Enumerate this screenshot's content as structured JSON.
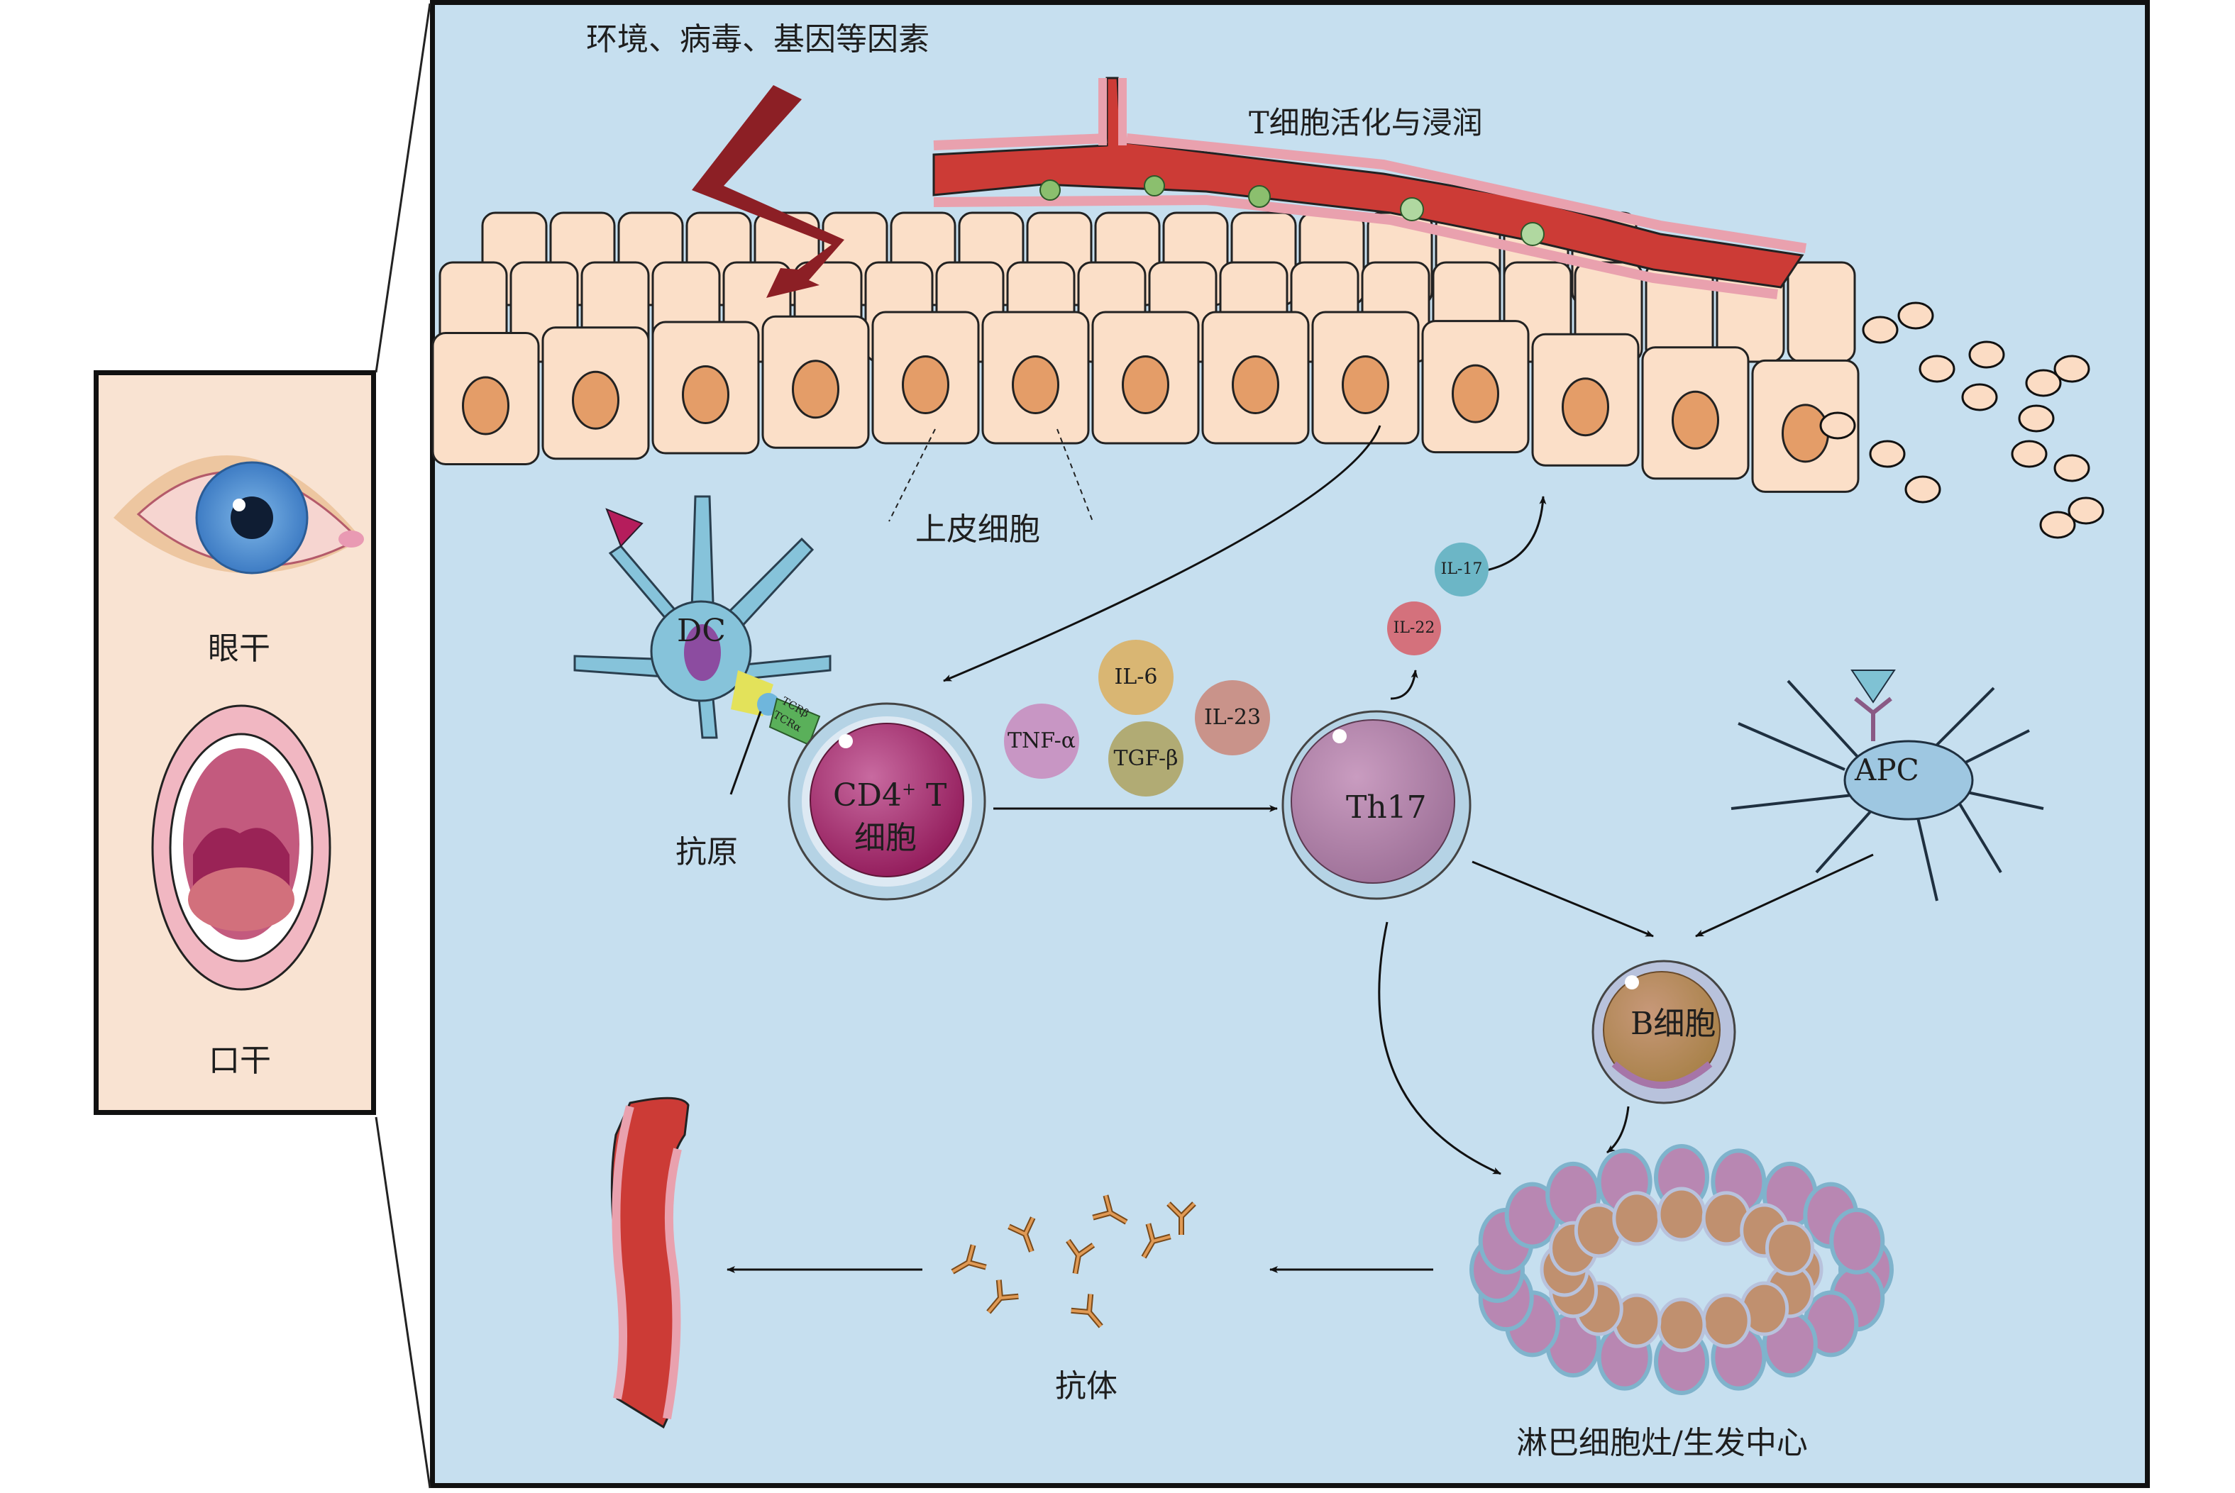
{
  "figure": {
    "title_trigger": "环境、病毒、基因等因素",
    "t_cell_activation": "T细胞活化与浸润",
    "epithelial_cells": "上皮细胞",
    "antigen": "抗原",
    "antibody": "抗体",
    "lymph_focus": "淋巴细胞灶/生发中心"
  },
  "inset": {
    "dry_eye": "眼干",
    "dry_mouth": "口干"
  },
  "cells": {
    "dc": "DC",
    "cd4_line1": "CD4",
    "cd4_sup": "+",
    "cd4_t": " T",
    "cd4_line2": "细胞",
    "th17": "Th17",
    "apc": "APC",
    "b_cell": "B细胞",
    "tcr_beta": "TCRβ",
    "tcr_alpha": "TCRα"
  },
  "cytokines": [
    {
      "label": "IL-6",
      "color": "#d9b673"
    },
    {
      "label": "TNF-α",
      "color": "#c896c4"
    },
    {
      "label": "TGF-β",
      "color": "#b1ab74"
    },
    {
      "label": "IL-23",
      "color": "#c9938a"
    },
    {
      "label": "IL-22",
      "color": "#d4717c"
    },
    {
      "label": "IL-17",
      "color": "#6cb6c6"
    }
  ],
  "colors": {
    "background": "#c6dfef",
    "inset_bg": "#f9e3d2",
    "epithelium": "#fbdfc8",
    "nucleus": "#e49d68",
    "vessel": "#cc3b36",
    "vessel_wall": "#e9a1ae",
    "bolt": "#8c1f25",
    "cd4_cell": "#b24f87",
    "th17_cell": "#b886ad",
    "b_cell": "#c0906f",
    "dc_cell": "#86c3da",
    "apc_cell": "#9ec7e1"
  }
}
